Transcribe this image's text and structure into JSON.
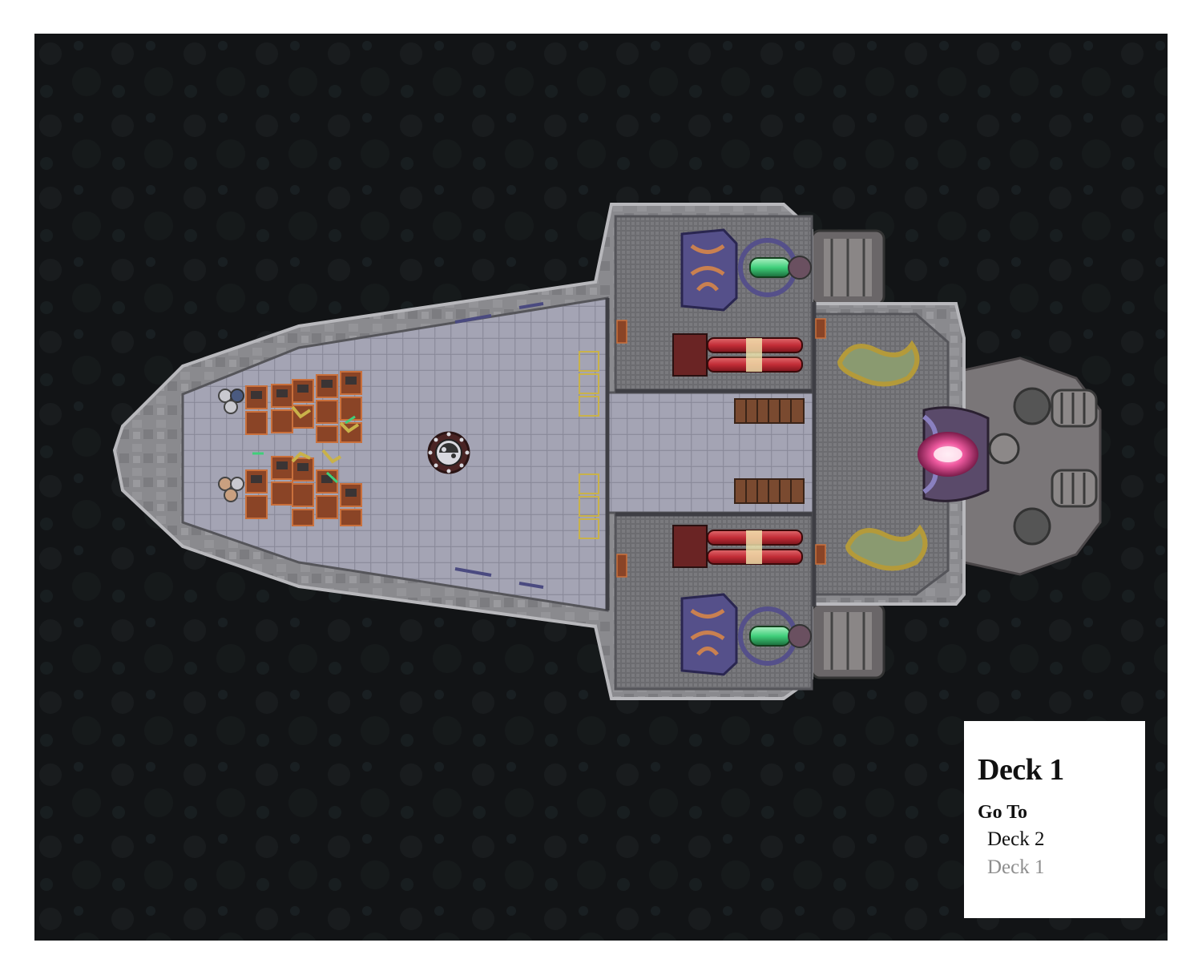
{
  "map": {
    "scene": "starship-deck-plan",
    "colors": {
      "space": "#111315",
      "hull": "#8d8d90",
      "hull_dark": "#5f5f63",
      "floor_tile": "#9e9eae",
      "floor_grate": "#6e6e72",
      "console": "#9a4a28",
      "energy_red": "#c0303a",
      "reactor_green": "#3fcf7a",
      "engine_purple": "#55508a",
      "plasma_pink": "#f060a0",
      "conduit_gold": "#b49a3a"
    }
  },
  "nav": {
    "title": "Deck 1",
    "goto_label": "Go To",
    "links": [
      {
        "label": "Deck 2",
        "current": false
      },
      {
        "label": "Deck 1",
        "current": true
      }
    ]
  }
}
